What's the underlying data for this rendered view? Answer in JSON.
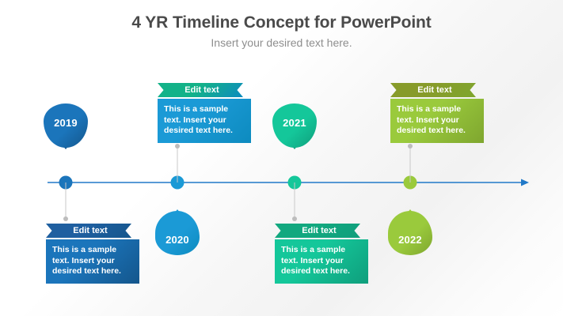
{
  "header": {
    "title": "4 YR Timeline Concept for PowerPoint",
    "subtitle": "Insert your desired text here."
  },
  "axis": {
    "color": "#2079c8",
    "arrow_icon": "arrow-right-icon"
  },
  "milestones": [
    {
      "year": "2019",
      "ribbon_label": "Edit text",
      "body_text": "This is a sample text. Insert your desired text here.",
      "color": "#1b75bb",
      "color_dark": "#14568c",
      "ribbon_color": "#1f5fa0",
      "marker_direction": "down",
      "card_position": "below"
    },
    {
      "year": "2020",
      "ribbon_label": "Edit text",
      "body_text": "This is a sample text. Insert your desired text here.",
      "color": "#1b9ad6",
      "color_dark": "#0d8bbf",
      "ribbon_color": "#13b288",
      "marker_direction": "up",
      "card_position": "above"
    },
    {
      "year": "2021",
      "ribbon_label": "Edit text",
      "body_text": "This is a sample text. Insert your desired text here.",
      "color": "#14c79a",
      "color_dark": "#0f9e7c",
      "ribbon_color": "#12a87f",
      "marker_direction": "down",
      "card_position": "below"
    },
    {
      "year": "2022",
      "ribbon_label": "Edit text",
      "body_text": "This is a sample text. Insert your desired text here.",
      "color": "#9aca3c",
      "color_dark": "#7fa62f",
      "ribbon_color": "#879b2a",
      "marker_direction": "up",
      "card_position": "above"
    }
  ]
}
